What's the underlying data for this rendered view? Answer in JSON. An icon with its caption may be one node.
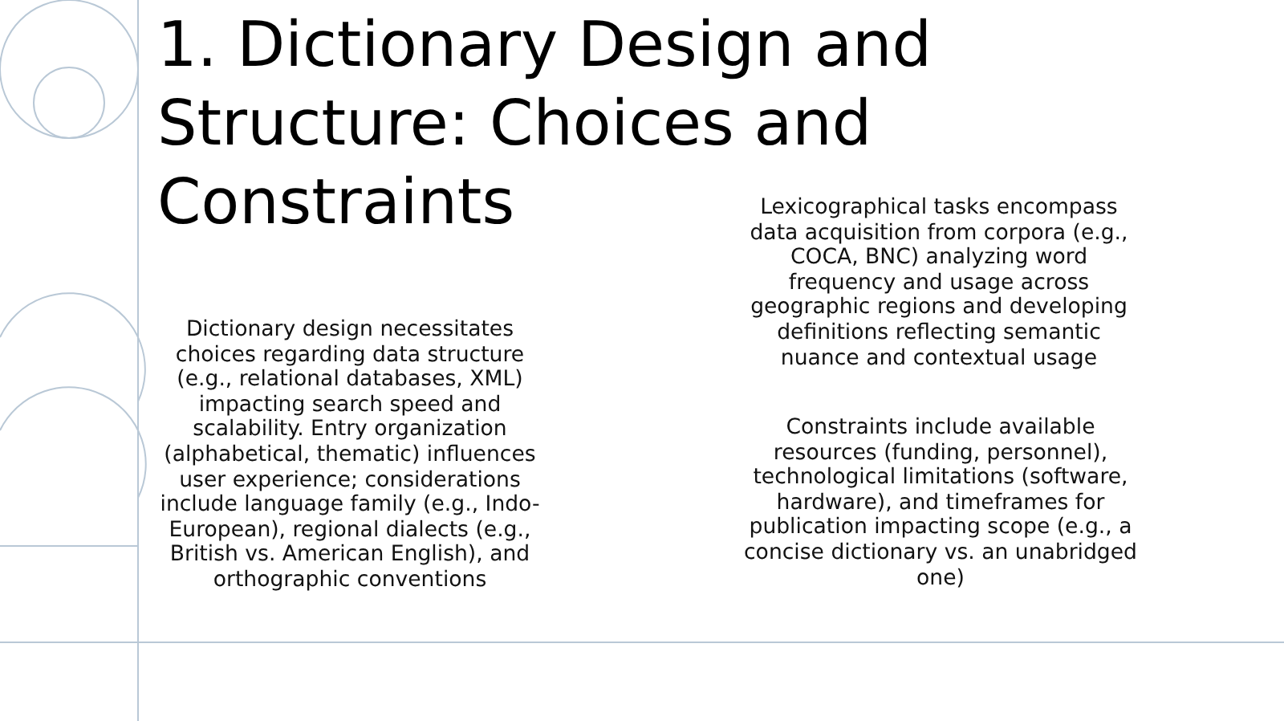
{
  "diagram": {
    "title": "1. Dictionary Design and Structure: Choices and Constraints",
    "labels": [
      "Lexicographical tasks encompass data acquisition from corpora (e.g., COCA, BNC) analyzing word frequency and usage across geographic regions and developing definitions reflecting semantic nuance and contextual usage",
      "Dictionary design necessitates choices regarding data structure (e.g., relational databases, XML) impacting search speed and scalability.  Entry organization (alphabetical, thematic) influences user experience; considerations include language family (e.g., Indo-European), regional dialects (e.g., British vs. American English), and orthographic conventions",
      "Constraints include available resources (funding, personnel), technological limitations (software, hardware), and timeframes for publication impacting scope (e.g., a concise dictionary vs. an unabridged one)"
    ]
  }
}
